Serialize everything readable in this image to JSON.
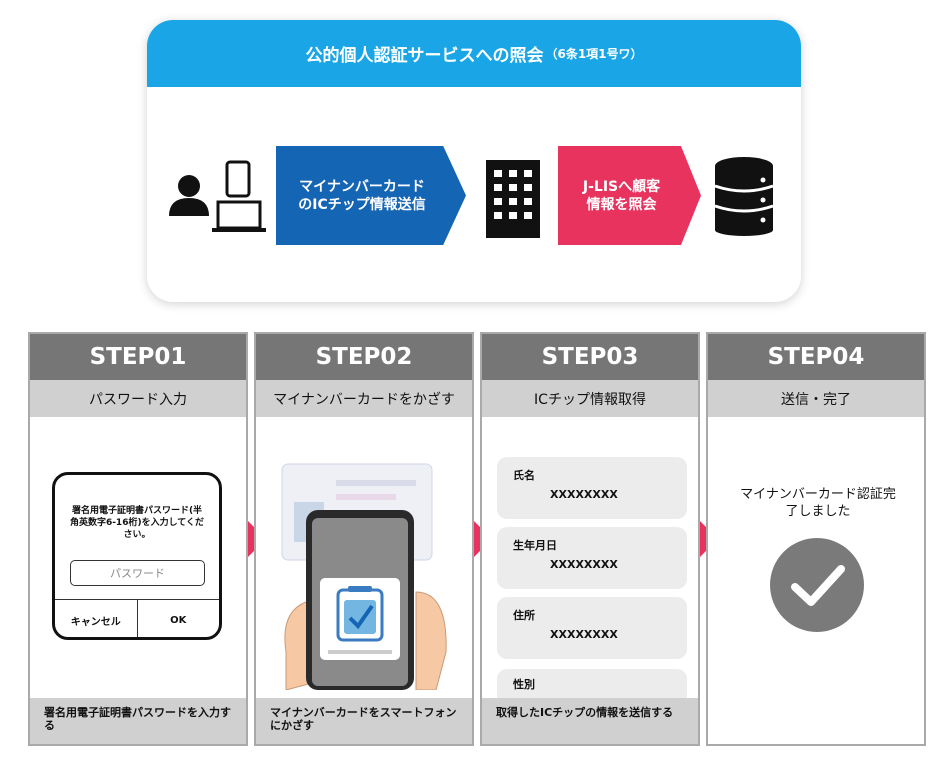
{
  "top": {
    "title": "公的個人認証サービスへの照会",
    "title_sub": "（6条1項1号ワ）",
    "arrow1": "マイナンバーカードのICチップ情報送信",
    "arrow2": "J-LISへ顧客情報を照会",
    "icons": [
      "user-devices-icon",
      "building-icon",
      "database-icon"
    ]
  },
  "colors": {
    "header": "#1aa6e6",
    "arrow1": "#1565b5",
    "arrow2": "#e7335e",
    "step_head": "#767676"
  },
  "steps": [
    {
      "title": "STEP01",
      "subtitle": "パスワード入力",
      "footer": "署名用電子証明書パスワードを入力する"
    },
    {
      "title": "STEP02",
      "subtitle": "マイナンバーカードをかざす",
      "footer": "マイナンバーカードをスマートフォンにかざす"
    },
    {
      "title": "STEP03",
      "subtitle": "ICチップ情報取得",
      "footer": "取得したICチップの情報を送信する"
    },
    {
      "title": "STEP04",
      "subtitle": "送信・完了",
      "footer": ""
    }
  ],
  "step1": {
    "dialog_message": "署名用電子証明書パスワード(半角英数字6-16桁)を入力してください。",
    "placeholder": "パスワード",
    "cancel": "キャンセル",
    "ok": "OK"
  },
  "step3": {
    "fields": [
      {
        "label": "氏名",
        "value": "XXXXXXXX"
      },
      {
        "label": "生年月日",
        "value": "XXXXXXXX"
      },
      {
        "label": "住所",
        "value": "XXXXXXXX"
      },
      {
        "label": "性別",
        "value": ""
      }
    ]
  },
  "step4": {
    "message": "マイナンバーカード認証完了しました"
  }
}
